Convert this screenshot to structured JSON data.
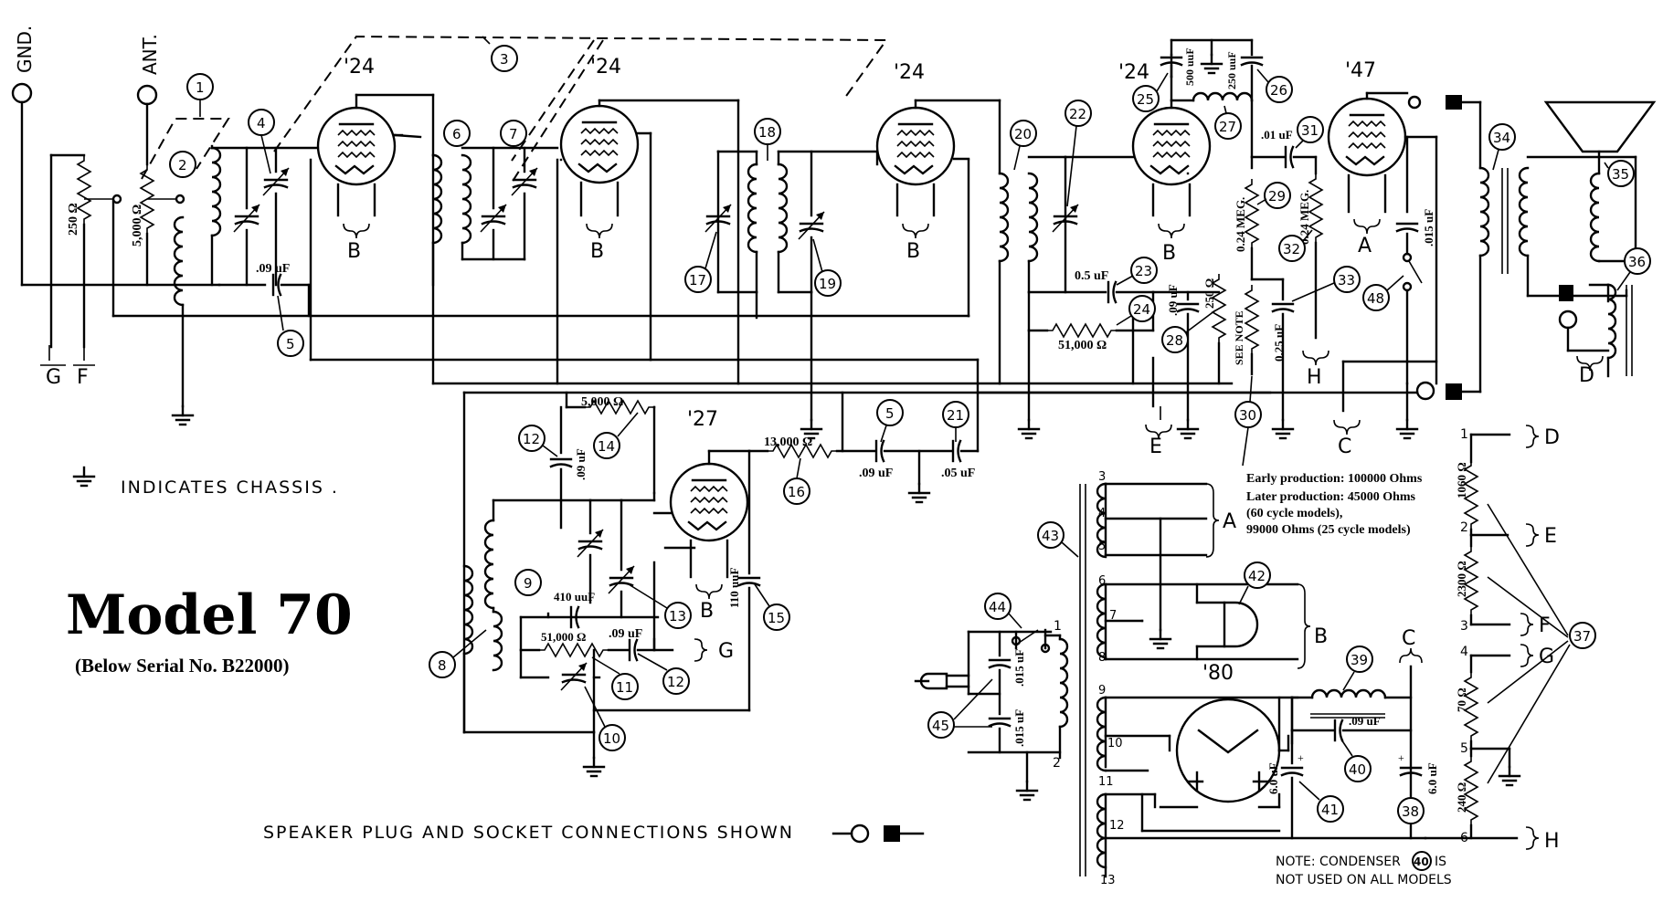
{
  "title": "Model 70",
  "subtitle": "(Below Serial No. B22000)",
  "legend": {
    "chassis": "INDICATES CHASSIS .",
    "speaker_plug": "SPEAKER PLUG AND SOCKET CONNECTIONS SHOWN"
  },
  "terminals": {
    "gnd": "GND.",
    "ant": "ANT."
  },
  "tubes": [
    {
      "type": "'24",
      "group": "B"
    },
    {
      "type": "'24",
      "group": "B"
    },
    {
      "type": "'24",
      "group": "B"
    },
    {
      "type": "'24",
      "group": "B"
    },
    {
      "type": "'47",
      "group": "A"
    },
    {
      "type": "'27",
      "group": "B"
    },
    {
      "type": "'80",
      "group": ""
    }
  ],
  "values": {
    "r250": "250 Ω",
    "r5000": "5,000 Ω",
    "c09_5": ".09 uF",
    "c05_23": "0.5 uF",
    "r51000_24": "51,000 Ω",
    "c09_28": ".09 uF",
    "r250_28": "250 Ω",
    "c500": "500 uuF",
    "c250": "250 uuF",
    "r024a": "0.24 MEG.",
    "r024b": "0.24 MEG.",
    "c01": ".01 uF",
    "c015_47": ".015 uF",
    "c025": "0.25 uF",
    "r5000_14": "5,000 Ω",
    "c09_12": ".09 uF",
    "r13000": "13,000 Ω",
    "c09_b": ".09 uF",
    "c05_21": ".05 uF",
    "c410": "410 uuF",
    "r51000_11": "51,000 Ω",
    "c09_g": ".09 uF",
    "c110": "110 uuF",
    "c015a": ".015 uF",
    "c015b": ".015 uF",
    "c6a": "6.0 uF",
    "c6b": "6.0 uF",
    "c09_40": ".09 uF",
    "r1060": "1060 Ω",
    "r2300": "2300 Ω",
    "r70": "70 Ω",
    "r240": "240 Ω",
    "see_note": "SEE NOTE"
  },
  "callouts": [
    "1",
    "2",
    "3",
    "4",
    "5",
    "6",
    "7",
    "8",
    "9",
    "10",
    "11",
    "12",
    "13",
    "14",
    "15",
    "16",
    "17",
    "18",
    "19",
    "20",
    "21",
    "22",
    "23",
    "24",
    "25",
    "26",
    "27",
    "28",
    "29",
    "30",
    "31",
    "32",
    "33",
    "34",
    "35",
    "36",
    "37",
    "38",
    "39",
    "40",
    "41",
    "42",
    "43",
    "44",
    "45",
    "48"
  ],
  "letters": {
    "A": "A",
    "B": "B",
    "C": "C",
    "D": "D",
    "E": "E",
    "F": "F",
    "G": "G",
    "H": "H"
  },
  "transformer_pins": [
    "3",
    "4",
    "5",
    "6",
    "7",
    "8",
    "9",
    "10",
    "11",
    "12",
    "13"
  ],
  "voltage_divider_pins": [
    "1",
    "2",
    "3",
    "4",
    "5",
    "6"
  ],
  "note30": [
    "Early production: 100000 Ohms",
    "Later production: 45000 Ohms",
    "(60 cycle models),",
    "99000 Ohms (25 cycle models)"
  ],
  "note40": [
    "NOTE: CONDENSER",
    "IS",
    "NOT USED ON ALL MODELS"
  ]
}
